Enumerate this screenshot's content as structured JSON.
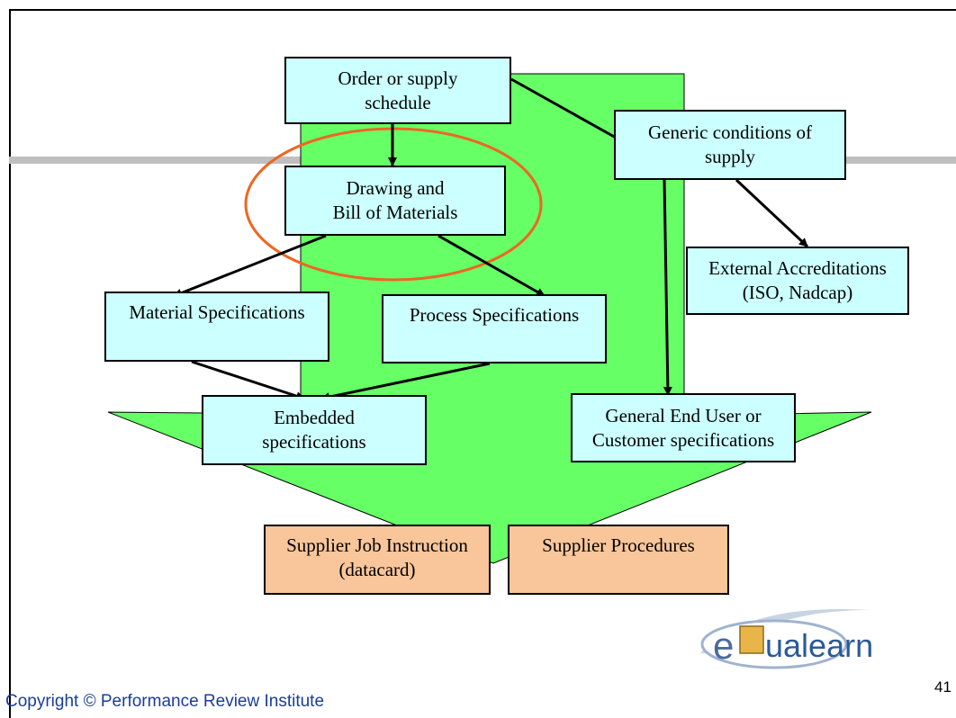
{
  "nodes": {
    "order": "Order or supply\nschedule",
    "generic": "Generic conditions of\nsupply",
    "drawing": "Drawing and\nBill of Materials",
    "external": "External Accreditations\n(ISO, Nadcap)",
    "material": "Material Specifications",
    "process": "Process Specifications",
    "embedded": "Embedded\nspecifications",
    "general": "General End User or\nCustomer specifications",
    "job": "Supplier Job Instruction\n(datacard)",
    "procedures": "Supplier Procedures"
  },
  "footer": {
    "copyright": "Copyright © Performance Review Institute",
    "page_number": "41"
  },
  "logo": {
    "text": "ualearn",
    "letter": "e"
  },
  "colors": {
    "box_fill": "#ccffff",
    "output_fill": "#f8c69a",
    "arrow_fill": "#66ff66",
    "highlight": "#ee6622",
    "footer_text": "#1a3d99"
  }
}
